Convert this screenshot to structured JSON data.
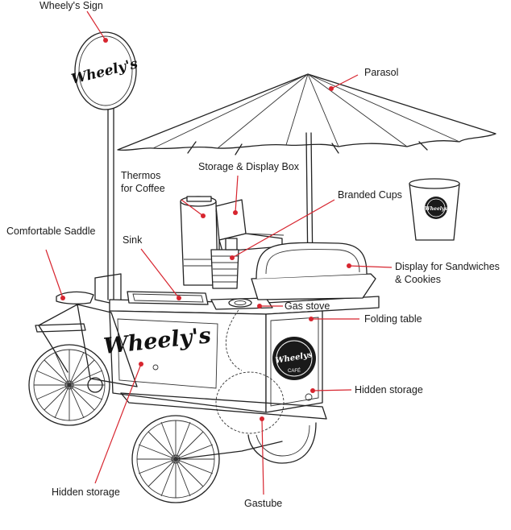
{
  "labels": {
    "wheelys_sign": "Wheely's Sign",
    "parasol": "Parasol",
    "thermos": [
      "Thermos",
      "for Coffee"
    ],
    "storage_display_box": "Storage & Display Box",
    "branded_cups": "Branded Cups",
    "comfortable_saddle": "Comfortable Saddle",
    "sink": "Sink",
    "display_sandwiches": [
      "Display for Sandwiches",
      "& Cookies"
    ],
    "gas_stove": "Gas stove",
    "folding_table": "Folding table",
    "hidden_storage_right": "Hidden storage",
    "hidden_storage_left": "Hidden storage",
    "gastube": "Gastube"
  },
  "branding": {
    "sign_logo": "Wheely's",
    "cart_logo": "Wheely's",
    "cafe_badge": "Wheelys",
    "cafe_badge_sub": "CAFÉ",
    "cup_logo": "Wheelys"
  },
  "colors": {
    "callout": "#d7252f",
    "line": "#222222",
    "badge": "#1a1a1a"
  }
}
